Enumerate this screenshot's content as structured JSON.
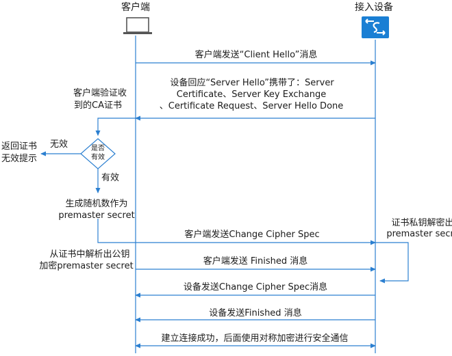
{
  "participants": {
    "client": "客户端",
    "device": "接入设备"
  },
  "messages": {
    "m1": "客户端发送“Client Hello”消息",
    "m2": [
      "设备回应“Server Hello”携带了：Server",
      "Certificate、Server Key Exchange",
      "、Certificate Request、Server Hello Done"
    ],
    "m3": "客户端发送Change Cipher Spec",
    "m4": "客户端发送 Finished 消息",
    "m5": "设备发送Change Cipher Spec消息",
    "m6": "设备发送Finished 消息",
    "m7": "建立连接成功，后面使用对称加密进行安全通信"
  },
  "notes": {
    "verify": [
      "客户端验证收",
      "到的CA证书"
    ],
    "decision": [
      "是否",
      "有效"
    ],
    "invalid_label": "无效",
    "invalid_result": [
      "返回证书",
      "无效提示"
    ],
    "valid_label": "有效",
    "random": [
      "生成随机数作为",
      "premaster secret"
    ],
    "encrypt": [
      "从证书中解析出公钥",
      "加密premaster secret"
    ],
    "decrypt": [
      "证书私钥解密出",
      "premaster secret"
    ]
  },
  "colors": {
    "line": "#2b7fd0",
    "device_icon": "#1a7fd4",
    "laptop": "#555555"
  }
}
